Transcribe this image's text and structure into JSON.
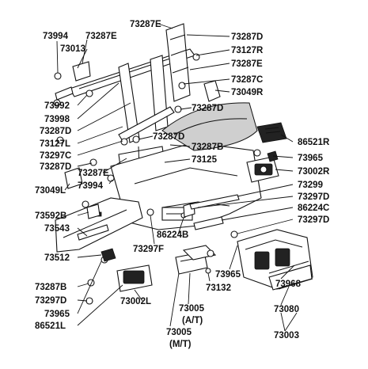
{
  "labels": [
    "73287E",
    "73994",
    "73287E",
    "73287D",
    "73013",
    "73127R",
    "73287E",
    "73287C",
    "73049R",
    "73992",
    "73287D",
    "73998",
    "73287D",
    "73287D",
    "86521R",
    "73127L",
    "73287B",
    "73297C",
    "73965",
    "73125",
    "73287D",
    "73002R",
    "73287E",
    "73994",
    "73049L",
    "73299",
    "73297D",
    "86224C",
    "73592B",
    "73297D",
    "73543",
    "86224B",
    "73297F",
    "73512",
    "73965",
    "73132",
    "73968",
    "73287B",
    "73297D",
    "73005",
    "(A/T)",
    "73080",
    "73002L",
    "73965",
    "86521L",
    "73005",
    "(M/T)",
    "73003"
  ]
}
